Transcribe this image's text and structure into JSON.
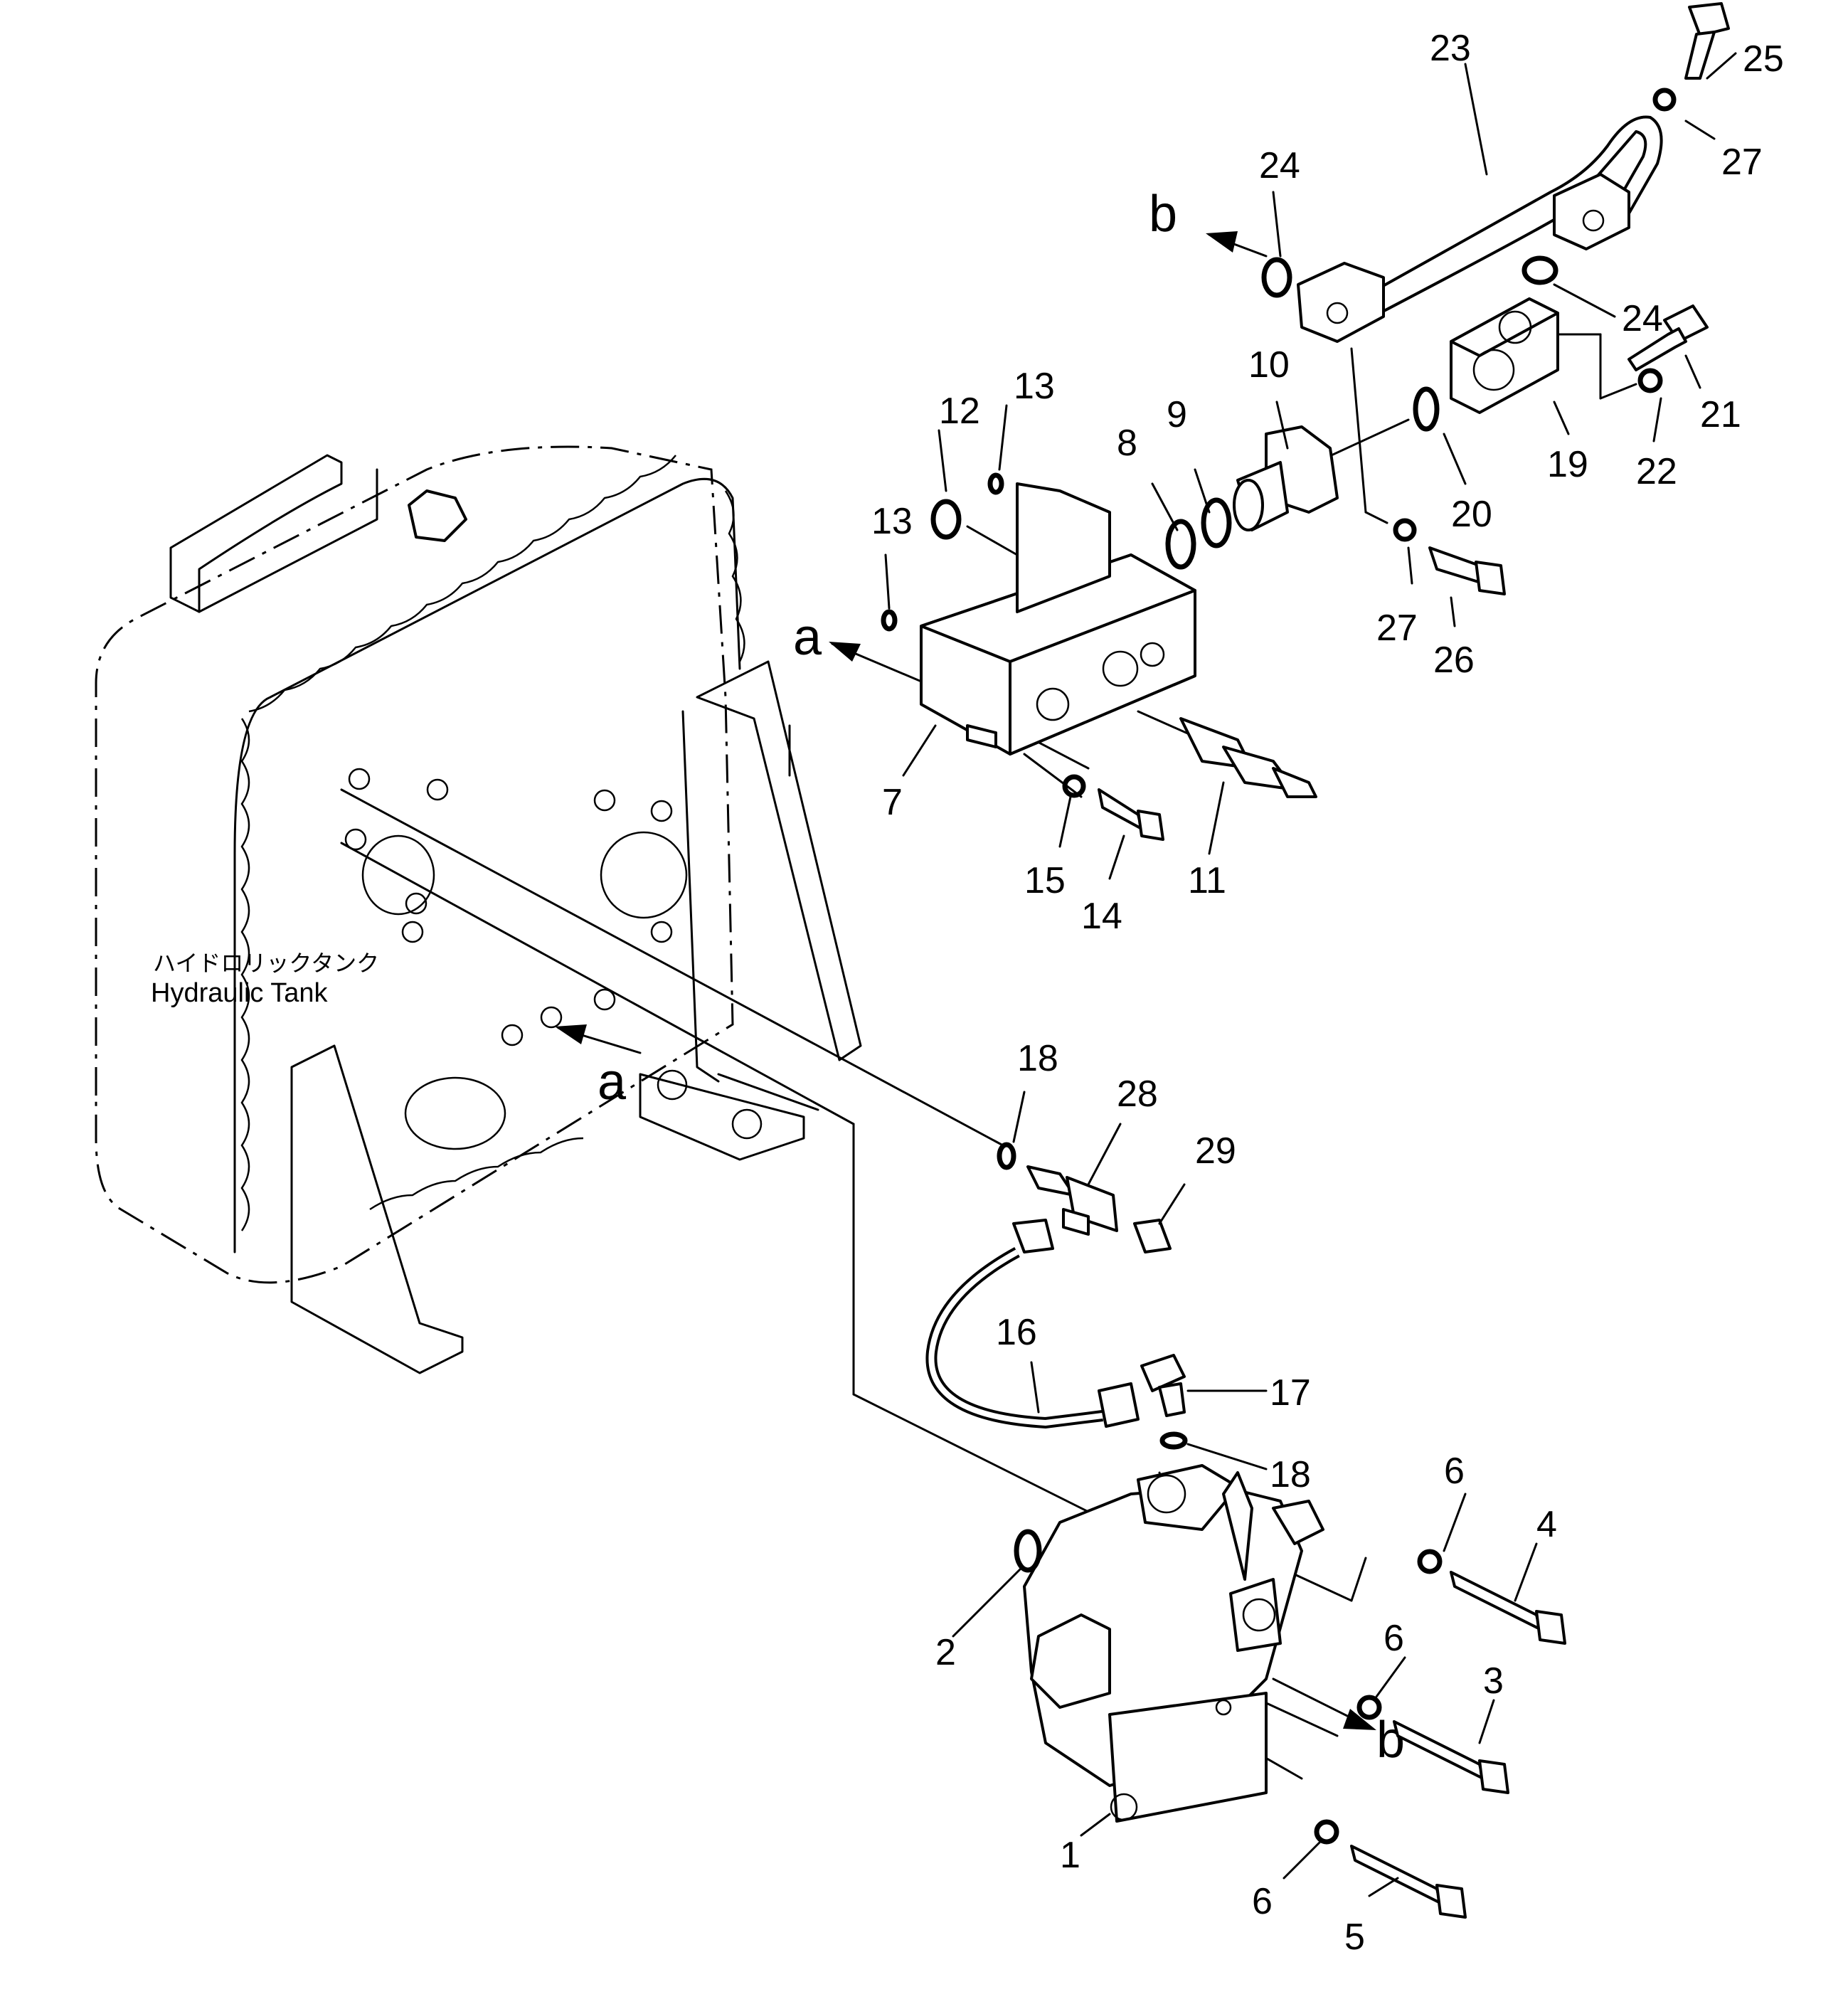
{
  "tank": {
    "label_ja": "ハイドロリックタンク",
    "label_en": "Hydraulic  Tank"
  },
  "view_markers": {
    "a": "a",
    "b": "b"
  },
  "callouts": [
    "1",
    "2",
    "3",
    "4",
    "5",
    "6",
    "7",
    "8",
    "9",
    "10",
    "11",
    "12",
    "13",
    "14",
    "15",
    "16",
    "17",
    "18",
    "19",
    "20",
    "21",
    "22",
    "23",
    "24",
    "25",
    "26",
    "27",
    "28",
    "29"
  ],
  "repeated": {
    "n6": "6",
    "n13": "13",
    "n18": "18",
    "n24": "24",
    "n27": "27"
  }
}
